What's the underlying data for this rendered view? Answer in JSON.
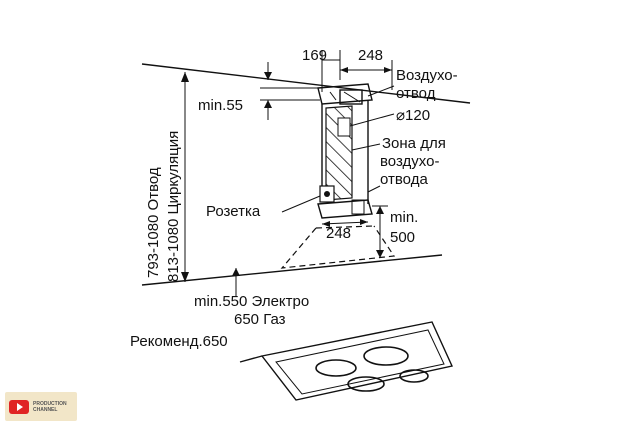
{
  "dimensions": {
    "top_left": "169",
    "top_right": "248",
    "duct_diameter": "⌀120",
    "min_top": "min.55",
    "bottom_width": "248",
    "min_bottom_line1": "min.",
    "min_bottom_line2": "500",
    "height_vent": "793-1080 Отвод",
    "height_circ": "813-1080 Циркуляция",
    "min_electro": "min.550 Электро",
    "gas": "650 Газ",
    "recommend": "Рекоменд.650"
  },
  "labels": {
    "air_outlet_line1": "Воздухо-",
    "air_outlet_line2": "отвод",
    "zone_line1": "Зона для",
    "zone_line2": "воздухо-",
    "zone_line3": "отвода",
    "socket": "Розетка"
  },
  "watermark": {
    "line1": "PRODUCTION",
    "line2": "CHANNEL"
  }
}
